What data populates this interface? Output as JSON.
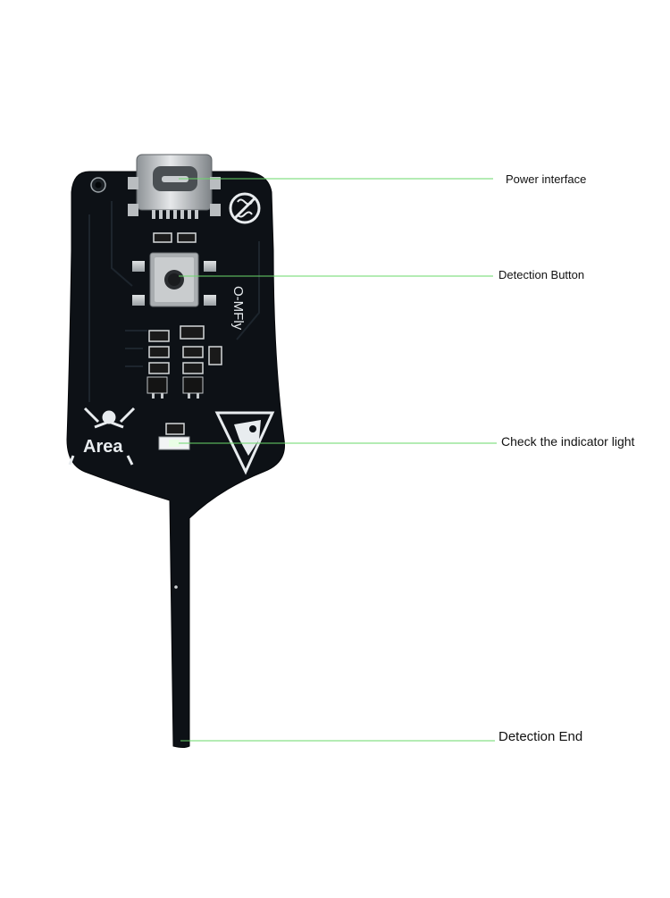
{
  "diagram": {
    "callouts": [
      {
        "id": "power",
        "label": "Power interface"
      },
      {
        "id": "button",
        "label": "Detection Button"
      },
      {
        "id": "light",
        "label": "Check the indicator light"
      },
      {
        "id": "end",
        "label": "Detection End"
      }
    ],
    "board": {
      "brand_text": "O-MFly",
      "area_text": "Area"
    },
    "colors": {
      "board": "#0d1116",
      "silkscreen": "#e8ecef",
      "leader_line": "#6ad96a",
      "label_text": "#111111"
    }
  }
}
